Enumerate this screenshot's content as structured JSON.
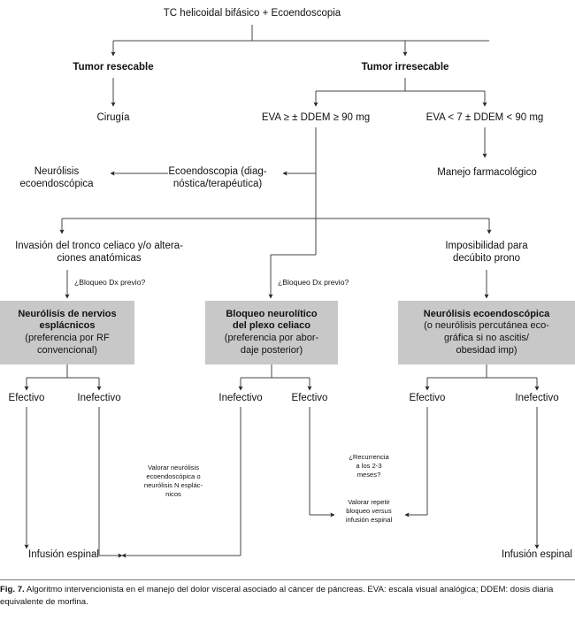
{
  "figure": {
    "caption_label": "Fig. 7.",
    "caption_text": " Algoritmo intervencionista en el manejo del dolor visceral asociado al cáncer de páncreas. EVA: escala visual analógica; DDEM: dosis diaria equivalente de morfina.",
    "box_fill": "#c8c8c8",
    "line_color": "#444444",
    "text_color": "#111111"
  },
  "nodes": {
    "root": "TC helicoidal bifásico + Ecoendoscopia",
    "tumor_resecable": "Tumor resecable",
    "tumor_irresecable": "Tumor irresecable",
    "cirugia": "Cirugía",
    "eva_alto": "EVA ≥ ± DDEM ≥ 90 mg",
    "eva_bajo": "EVA < 7 ± DDEM < 90 mg",
    "manejo_farmacologico": "Manejo farmacológico",
    "ecoendoscopia_l1": "Ecoendoscopia (diag-",
    "ecoendoscopia_l2": "nóstica/terapéutica)",
    "neurolisis_eco_l1": "Neurólisis",
    "neurolisis_eco_l2": "ecoendoscópica",
    "invasion_l1": "Invasión del tronco celiaco y/o altera-",
    "invasion_l2": "ciones anatómicas",
    "imposibilidad_l1": "Imposibilidad para",
    "imposibilidad_l2": "decúbito prono",
    "bloqueo_dx_left": "¿Bloqueo Dx previo?",
    "bloqueo_dx_mid": "¿Bloqueo Dx previo?",
    "infusion_espinal_left": "Infusión espinal",
    "infusion_espinal_right": "Infusión espinal"
  },
  "gray_boxes": [
    {
      "id": "neurolisis-nervios-esplacnicos",
      "bold_lines": [
        "Neurólisis de nervios",
        "esplácnicos"
      ],
      "plain_lines": [
        "(preferencia por RF",
        "convencional)"
      ]
    },
    {
      "id": "bloqueo-neurolitico-plexo-celiaco",
      "bold_lines": [
        "Bloqueo neurolítico",
        "del plexo celiaco"
      ],
      "plain_lines": [
        "(preferencia por abor-",
        "daje posterior)"
      ]
    },
    {
      "id": "neurolisis-ecoendoscopica",
      "bold_lines": [
        "Neurólisis ecoendoscópica"
      ],
      "plain_lines": [
        "(o neurólisis percutánea eco-",
        "gráfica si no ascitis/",
        "obesidad imp)"
      ]
    }
  ],
  "outcomes": {
    "box1_left": "Efectivo",
    "box1_right": "Inefectivo",
    "box2_left": "Inefectivo",
    "box2_right": "Efectivo",
    "box3_left": "Efectivo",
    "box3_right": "Inefectivo"
  },
  "annotations": {
    "valorar_neurolisis": [
      "Valorar neurólisis",
      "ecoendoscópica o",
      "neurólisis N esplác-",
      "nicos"
    ],
    "recurrencia": [
      "¿Recurrencia",
      "a los 2-3",
      "meses?"
    ],
    "valorar_repetir_l1": "Valorar repetir",
    "valorar_repetir_l2a": "bloqueo ",
    "valorar_repetir_l2b": "versus",
    "valorar_repetir_l3": "infusión espinal"
  }
}
